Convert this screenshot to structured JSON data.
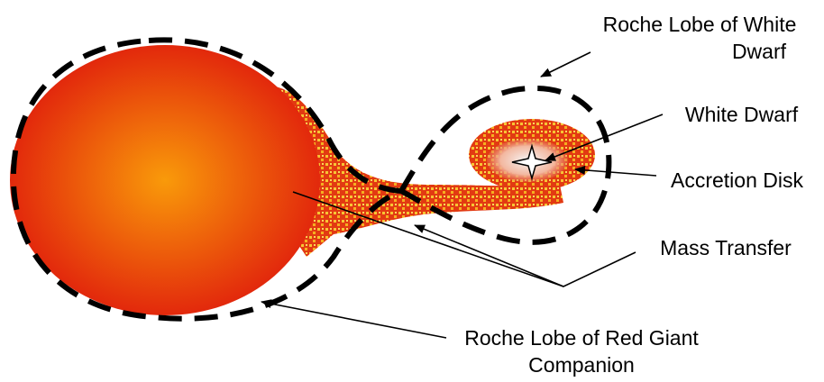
{
  "labels": {
    "roche_lobe_white_dwarf": [
      "Roche Lobe of White",
      "Dwarf"
    ],
    "white_dwarf": "White Dwarf",
    "accretion_disk": "Accretion Disk",
    "mass_transfer": "Mass Transfer",
    "roche_lobe_red_giant": [
      "Roche Lobe of Red Giant",
      "Companion"
    ]
  },
  "colors": {
    "giant_center": "#f99a0a",
    "giant_edge": "#e01d0c",
    "stream_base": "#e23a12",
    "stream_speckle": "#f7c533",
    "disk_center": "#f2f2f2",
    "lobe_stroke": "#000000"
  }
}
